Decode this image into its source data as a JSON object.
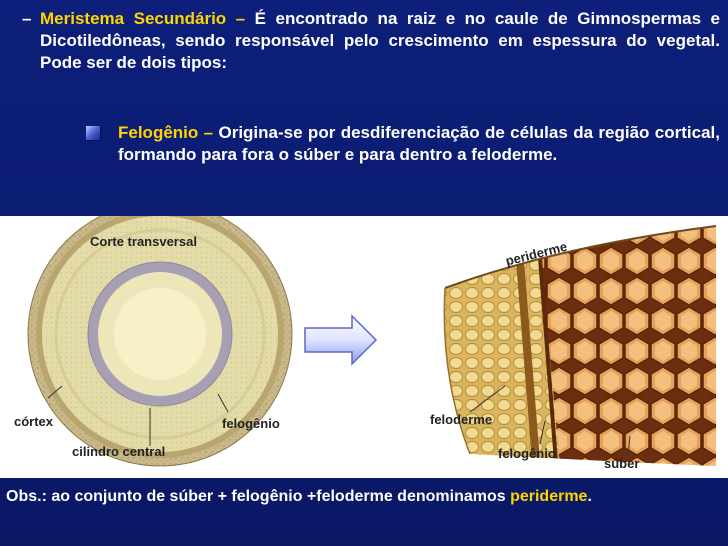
{
  "bullet1": {
    "dash": "–",
    "heading": "Meristema Secundário –",
    "text": " É encontrado na raiz e no caule de Gimnospermas e Dicotiledôneas, sendo responsável pelo crescimento em espessura do vegetal. Pode ser de dois tipos:"
  },
  "bullet2": {
    "heading": "Felogênio –",
    "text": " Origina-se por desdiferenciação de células da região cortical, formando para fora o súber e para dentro a feloderme."
  },
  "figure": {
    "title": "Corte transversal",
    "labels": {
      "cortex": "córtex",
      "felogenio_left": "felogênio",
      "cilindro": "cilindro central",
      "periderme": "periderme",
      "feloderme": "feloderme",
      "felogenio_right": "felogênio",
      "suber": "súber"
    }
  },
  "obs": {
    "text": "Obs.: ao conjunto de súber + felogênio +feloderme denominamos ",
    "highlight": "periderme",
    "end": "."
  },
  "colors": {
    "background": "#0d1f7a",
    "highlight": "#ffd400",
    "text": "#ffffff"
  }
}
